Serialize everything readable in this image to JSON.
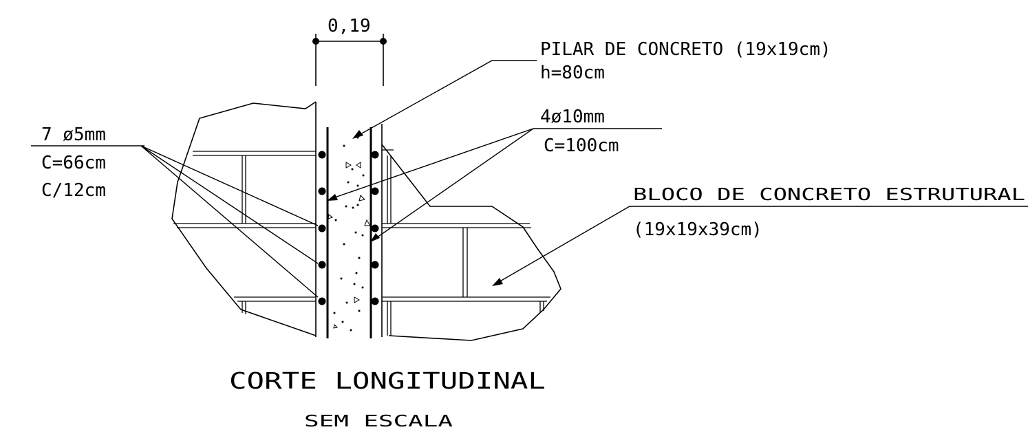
{
  "drawing": {
    "title": "CORTE LONGITUDINAL",
    "subtitle": "SEM ESCALA",
    "dimension": {
      "label": "0,19"
    },
    "callouts": {
      "pillar": {
        "line1": "PILAR DE CONCRETO (19x19cm)",
        "line2": "h=80cm"
      },
      "longitudinal_bars": {
        "line1": "4ø10mm",
        "line2": "C=100cm"
      },
      "stirrups": {
        "line1": "7 ø5mm",
        "line2": "C=66cm",
        "line3": "C/12cm"
      },
      "block": {
        "line1": "BLOCO DE CONCRETO ESTRUTURAL",
        "line2": "(19x19x39cm)"
      }
    },
    "colors": {
      "line": "#000000",
      "background": "#ffffff"
    }
  }
}
